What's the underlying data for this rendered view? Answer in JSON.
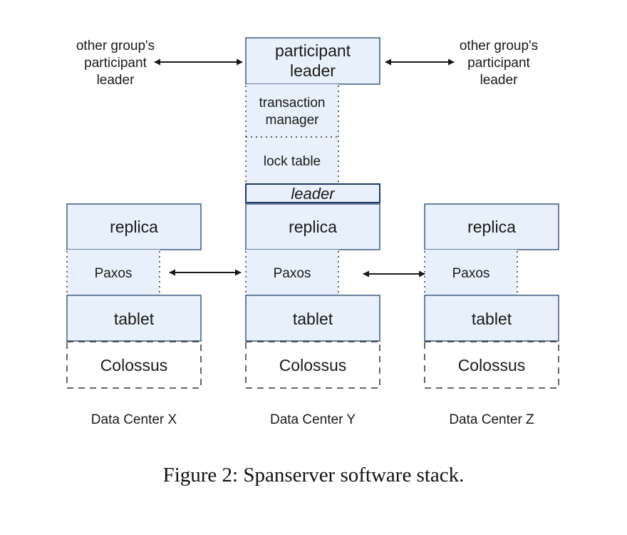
{
  "diagram": {
    "other_group_left": [
      "other group's",
      "participant",
      "leader"
    ],
    "other_group_right": [
      "other group's",
      "participant",
      "leader"
    ],
    "participant_leader": [
      "participant",
      "leader"
    ],
    "transaction_manager": [
      "transaction",
      "manager"
    ],
    "lock_table": "lock table",
    "leader_label": "leader",
    "data_centers": [
      {
        "replica": "replica",
        "paxos": "Paxos",
        "tablet": "tablet",
        "storage": "Colossus",
        "label": "Data Center X"
      },
      {
        "replica": "replica",
        "paxos": "Paxos",
        "tablet": "tablet",
        "storage": "Colossus",
        "label": "Data Center Y"
      },
      {
        "replica": "replica",
        "paxos": "Paxos",
        "tablet": "tablet",
        "storage": "Colossus",
        "label": "Data Center Z"
      }
    ],
    "colors": {
      "box_fill": "#e8f0fb",
      "box_stroke": "#3d5a80",
      "leader_stroke": "#1f3a66"
    }
  },
  "caption": {
    "prefix": "Figure 2:",
    "text": "Spanserver software stack."
  }
}
